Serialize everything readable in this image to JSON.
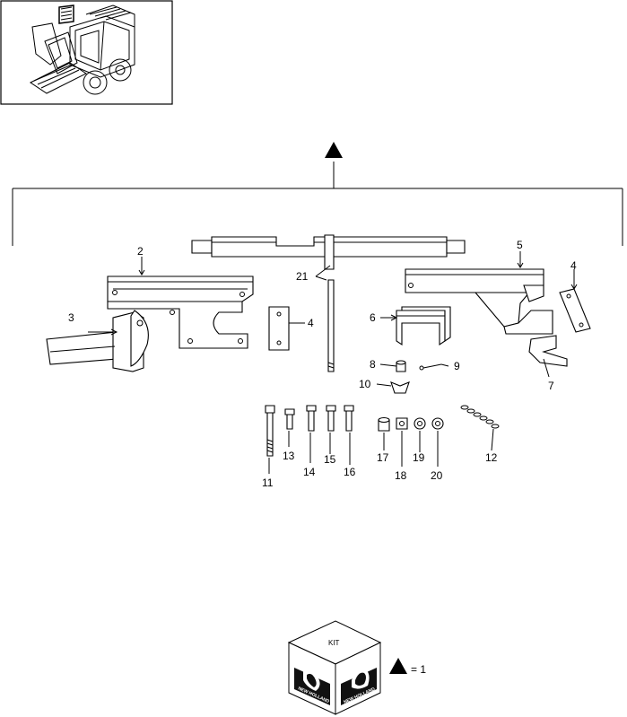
{
  "diagram": {
    "parts": [
      {
        "id": "2",
        "label": "2"
      },
      {
        "id": "3",
        "label": "3"
      },
      {
        "id": "4a",
        "label": "4"
      },
      {
        "id": "4b",
        "label": "4"
      },
      {
        "id": "5",
        "label": "5"
      },
      {
        "id": "6",
        "label": "6"
      },
      {
        "id": "7",
        "label": "7"
      },
      {
        "id": "8",
        "label": "8"
      },
      {
        "id": "9",
        "label": "9"
      },
      {
        "id": "10",
        "label": "10"
      },
      {
        "id": "11",
        "label": "11"
      },
      {
        "id": "12",
        "label": "12"
      },
      {
        "id": "13",
        "label": "13"
      },
      {
        "id": "14",
        "label": "14"
      },
      {
        "id": "15",
        "label": "15"
      },
      {
        "id": "16",
        "label": "16"
      },
      {
        "id": "17",
        "label": "17"
      },
      {
        "id": "18",
        "label": "18"
      },
      {
        "id": "19",
        "label": "19"
      },
      {
        "id": "20",
        "label": "20"
      },
      {
        "id": "21",
        "label": "21"
      }
    ],
    "kit": {
      "box_text": "KIT",
      "brand_left": "NEW HOLLAND",
      "brand_right": "NEW HOLLAND",
      "legend_text": "= 1"
    }
  }
}
